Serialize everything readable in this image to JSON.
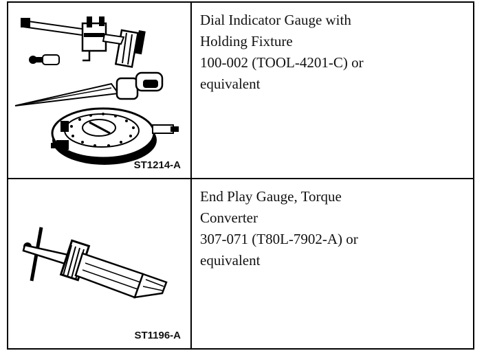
{
  "tools": [
    {
      "illustration_code": "ST1214-A",
      "description_lines": [
        "Dial Indicator Gauge with",
        "Holding Fixture",
        "100-002 (TOOL-4201-C) or",
        "equivalent"
      ]
    },
    {
      "illustration_code": "ST1196-A",
      "description_lines": [
        "End Play Gauge, Torque",
        "Converter",
        "307-071 (T80L-7902-A) or",
        "equivalent"
      ]
    }
  ]
}
